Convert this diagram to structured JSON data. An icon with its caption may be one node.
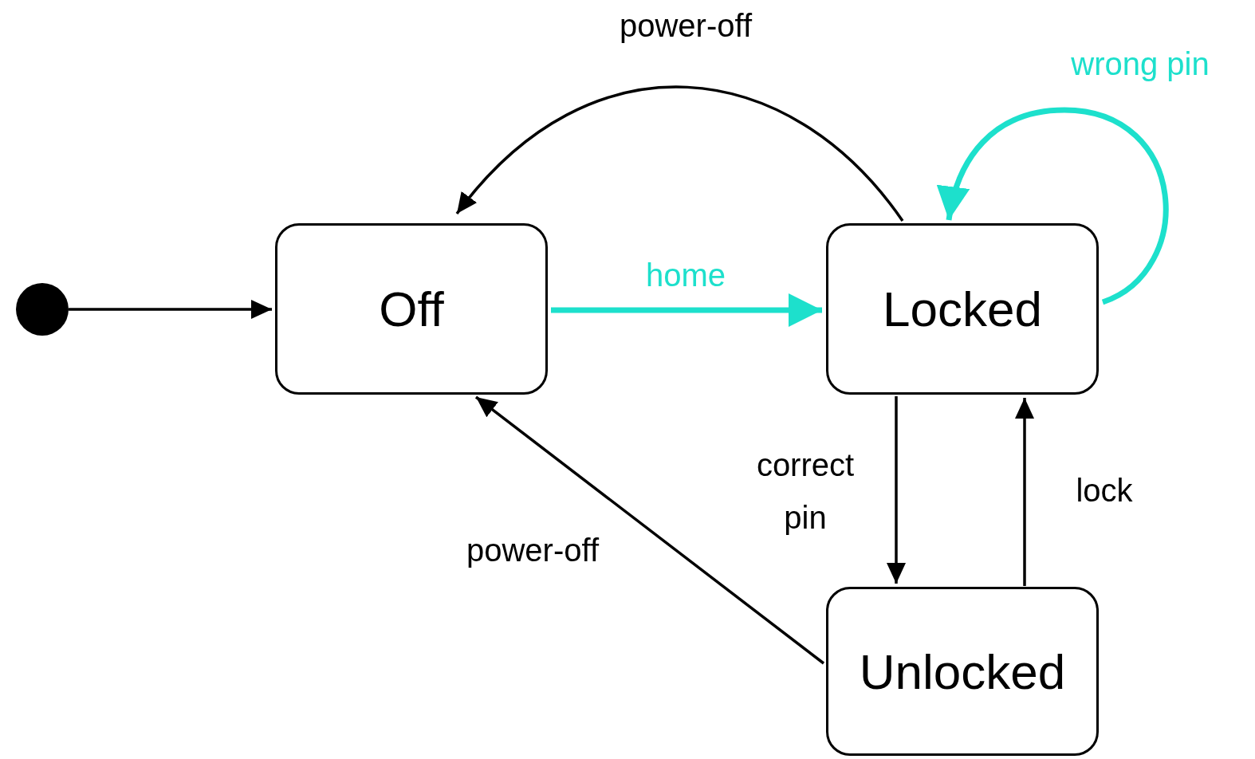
{
  "diagram": {
    "nodes": [
      {
        "text": [],
        "shape": "circle"
      },
      {
        "text": [
          "Off"
        ]
      },
      {
        "text": [
          "Locked"
        ]
      },
      {
        "text": [
          "Unlocked"
        ]
      }
    ],
    "edges": [
      {
        "from": 0,
        "to": 1,
        "arrow": "to"
      },
      {
        "from": 2,
        "to": 1,
        "arrow": "to",
        "label": "power-off"
      },
      {
        "from": 1,
        "to": 2,
        "arrow": "to",
        "label": "home",
        "style": "thick",
        "color": "#1de0cc"
      },
      {
        "from": 2,
        "to": 2,
        "arrow": "to",
        "label": "wrong pin",
        "style": "thick",
        "color": "#1de0cc"
      },
      {
        "from": 2,
        "to": 3,
        "arrow": "to",
        "label": "correct pin"
      },
      {
        "from": 3,
        "to": 2,
        "arrow": "to",
        "label": "lock"
      },
      {
        "from": 3,
        "to": 1,
        "arrow": "to",
        "label": "power-off"
      }
    ]
  }
}
